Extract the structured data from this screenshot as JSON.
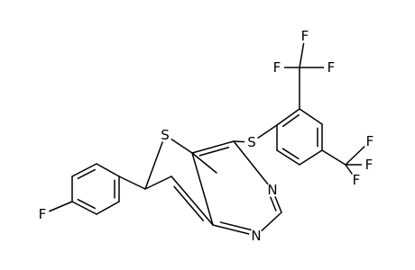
{
  "structure": {
    "atoms": [
      {
        "id": "F_para",
        "text": "F"
      },
      {
        "id": "S_ring",
        "text": "S"
      },
      {
        "id": "S_thio",
        "text": "S"
      },
      {
        "id": "N_1",
        "text": "N"
      },
      {
        "id": "N_2",
        "text": "N"
      },
      {
        "id": "F_a1",
        "text": "F"
      },
      {
        "id": "F_a2",
        "text": "F"
      },
      {
        "id": "F_a3",
        "text": "F"
      },
      {
        "id": "F_b1",
        "text": "F"
      },
      {
        "id": "F_b2",
        "text": "F"
      },
      {
        "id": "F_b3",
        "text": "F"
      }
    ]
  },
  "colors": {
    "bond": "#000000",
    "label": "#000000",
    "background": "#ffffff"
  }
}
